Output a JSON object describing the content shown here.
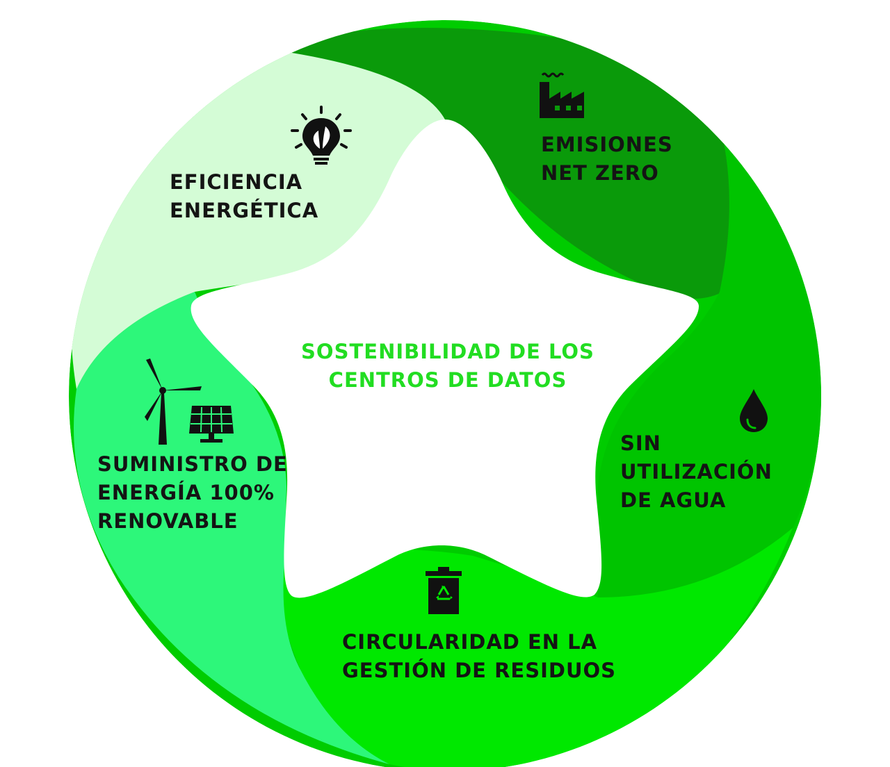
{
  "center": {
    "line1": "SOSTENIBILIDAD DE LOS",
    "line2": "CENTROS DE DATOS"
  },
  "segments": [
    {
      "id": "eficiencia",
      "lines": [
        "EFICIENCIA",
        "ENERGÉTICA"
      ],
      "icon": "lightbulb-leaf-icon",
      "color": "#d4fcd6"
    },
    {
      "id": "emisiones",
      "lines": [
        "EMISIONES",
        "NET ZERO"
      ],
      "icon": "factory-icon",
      "color": "#0a9a0a"
    },
    {
      "id": "agua",
      "lines": [
        "SIN",
        "UTILIZACIÓN",
        "DE AGUA"
      ],
      "icon": "water-drop-icon",
      "color": "#00c400"
    },
    {
      "id": "residuos",
      "lines": [
        "CIRCULARIDAD EN LA",
        "GESTIÓN DE RESIDUOS"
      ],
      "icon": "recycle-bin-icon",
      "color": "#00e800"
    },
    {
      "id": "renovable",
      "lines": [
        "SUMINISTRO DE",
        "ENERGÍA 100%",
        "RENOVABLE"
      ],
      "icon": "wind-turbine-solar-panel-icon",
      "color": "#2df77a"
    }
  ],
  "colors": {
    "center_text": "#22dd22",
    "label_text": "#141414",
    "icon_fill": "#111111"
  }
}
